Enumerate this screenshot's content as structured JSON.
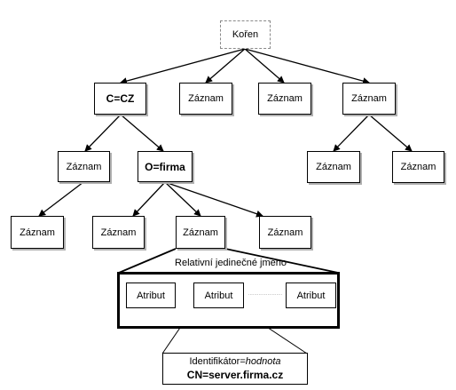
{
  "tree": {
    "root": "Kořen",
    "level1": [
      "C=CZ",
      "Záznam",
      "Záznam",
      "Záznam"
    ],
    "cz_children": [
      "Záznam",
      "O=firma"
    ],
    "right_children": [
      "Záznam",
      "Záznam"
    ],
    "left_leaf": "Záznam",
    "firma_children": [
      "Záznam",
      "Záznam",
      "Záznam"
    ]
  },
  "rdn_panel": {
    "title": "Relativní jedinečné jméno",
    "attributes": [
      "Atribut",
      "Atribut",
      "Atribut"
    ],
    "ellipsis": "......................."
  },
  "identifier": {
    "label": "Identifikátor=",
    "value_word": "hodnota",
    "example": "CN=server.firma.cz"
  }
}
